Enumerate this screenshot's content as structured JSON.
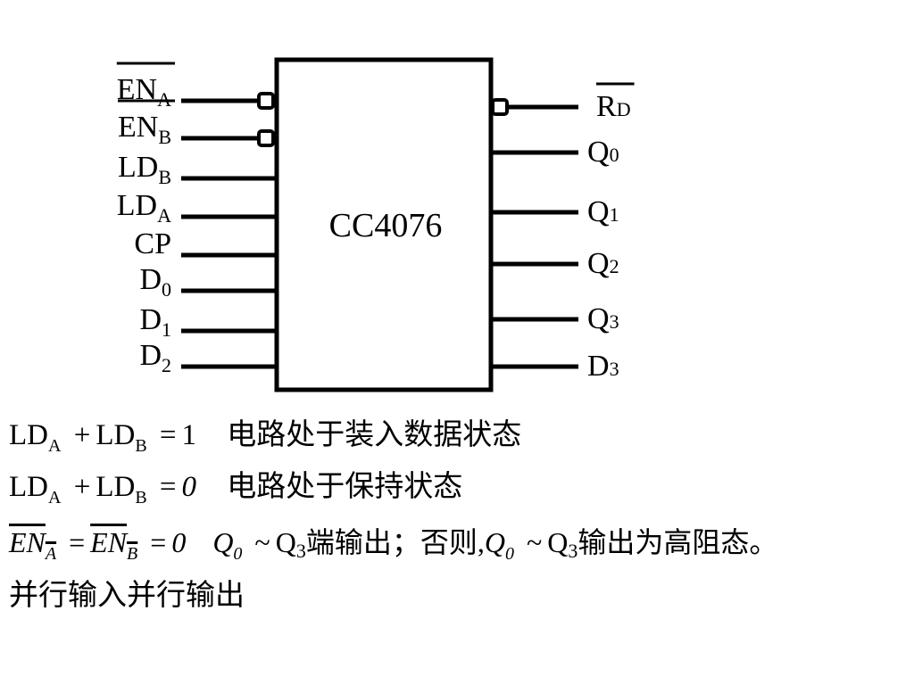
{
  "chip": {
    "name": "CC4076"
  },
  "left_pins": [
    {
      "id": "en_a",
      "main": "EN",
      "sub": "A",
      "overbar": true,
      "inverted": true
    },
    {
      "id": "en_b",
      "main": "EN",
      "sub": "B",
      "overbar": true,
      "inverted": true
    },
    {
      "id": "ld_b",
      "main": "LD",
      "sub": "B",
      "overbar": false,
      "inverted": false
    },
    {
      "id": "ld_a",
      "main": "LD",
      "sub": "A",
      "overbar": false,
      "inverted": false
    },
    {
      "id": "cp",
      "main": "CP",
      "sub": "",
      "overbar": false,
      "inverted": false
    },
    {
      "id": "d0",
      "main": "D",
      "sub": "0",
      "overbar": false,
      "inverted": false
    },
    {
      "id": "d1",
      "main": "D",
      "sub": "1",
      "overbar": false,
      "inverted": false
    },
    {
      "id": "d2",
      "main": "D",
      "sub": "2",
      "overbar": false,
      "inverted": false
    }
  ],
  "right_pins": [
    {
      "id": "rd",
      "main": "R",
      "sub": "D",
      "overbar": true,
      "inverted": true
    },
    {
      "id": "q0",
      "main": "Q",
      "sub": "0",
      "overbar": false,
      "inverted": false
    },
    {
      "id": "q1",
      "main": "Q",
      "sub": "1",
      "overbar": false,
      "inverted": false
    },
    {
      "id": "q2",
      "main": "Q",
      "sub": "2",
      "overbar": false,
      "inverted": false
    },
    {
      "id": "q3",
      "main": "Q",
      "sub": "3",
      "overbar": false,
      "inverted": false
    },
    {
      "id": "d3",
      "main": "D",
      "sub": "3",
      "overbar": false,
      "inverted": false
    }
  ],
  "equations": {
    "line1": {
      "ld": "LD",
      "a": "A",
      "plus": "+",
      "b": "B",
      "eq": "=",
      "value": "1",
      "desc": "电路处于装入数据状态"
    },
    "line2": {
      "ld": "LD",
      "a": "A",
      "plus": "+",
      "b": "B",
      "eq": "=",
      "value": "0",
      "desc": "电路处于保持状态"
    },
    "line3": {
      "en": "EN",
      "a": "A",
      "b": "B",
      "eq": "=",
      "value": "0",
      "q": "Q",
      "q_sub0": "0",
      "tilde": "~",
      "q_sub3": "3",
      "desc1": "端输出；否则,",
      "desc2": "输出为高阻态。"
    },
    "line4": {
      "text": "并行输入并行输出"
    }
  }
}
